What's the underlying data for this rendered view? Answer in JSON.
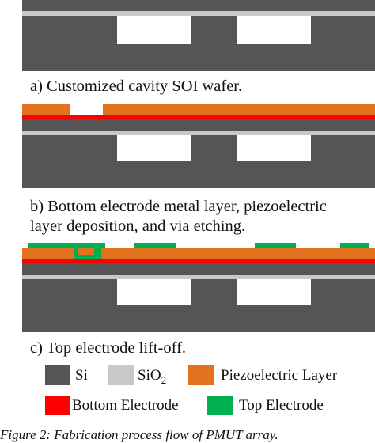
{
  "colors": {
    "si": "#555555",
    "sio2": "#c8c8c8",
    "piezo": "#e2721d",
    "bottom_electrode": "#ff0000",
    "top_electrode": "#00b050"
  },
  "captions": {
    "a": "a) Customized cavity SOI wafer.",
    "b_line1": "b) Bottom electrode metal layer, piezoelectric",
    "b_line2": "layer deposition, and via etching.",
    "c": "c) Top electrode lift-off."
  },
  "legend": {
    "si": "Si",
    "sio2_base": "SiO",
    "sio2_sub": "2",
    "piezo": "Piezoelectric Layer",
    "bottom": "Bottom Electrode",
    "top": "Top Electrode"
  },
  "figure_caption": "Figure 2: Fabrication process flow of PMUT array."
}
